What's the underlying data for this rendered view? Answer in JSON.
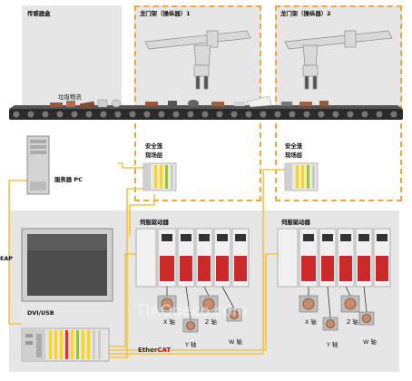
{
  "labels": {
    "sensor_box": "传感器盒",
    "waste_flow": "垃圾物流",
    "gantry1": "龙门架（操纵器）1",
    "gantry2": "龙门架（操纵器）2",
    "safety1": "安全笼",
    "field1": "现场层",
    "safety2": "安全笼",
    "field2": "现场层",
    "server_pc": "服务器 PC",
    "eap": "EAP",
    "dvi_usb": "DVI/USB",
    "servo1": "伺服驱动器",
    "servo2": "伺服驱动器",
    "ethercat_a": "Ether",
    "ethercat_b": "CAT",
    "axis_x1": "X 轴",
    "axis_y1": "Y 轴",
    "axis_z1": "Z 轴",
    "axis_w1": "W 轴",
    "axis_x2": "X 轴",
    "axis_y2": "Y 轴",
    "axis_z2": "Z 轴",
    "axis_w2": "W 轴",
    "watermark": "TIAOdeco.com"
  },
  "colors": {
    "zone_bg": "#e6e6e6",
    "dashed_border": "#f2a640",
    "cable": "#f5c342",
    "conveyor": "#2b2b2b",
    "drive_red": "#cc2a2a",
    "ethercat_red": "#d6001c"
  }
}
